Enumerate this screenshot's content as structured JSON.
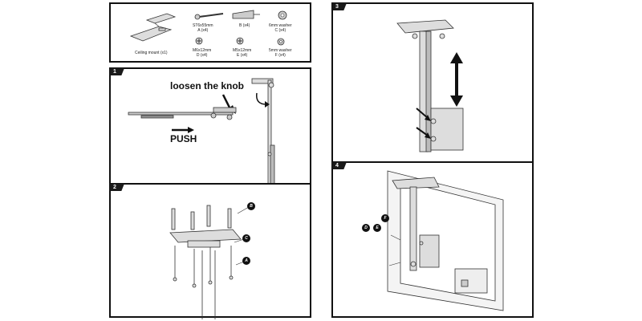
{
  "parts": {
    "ceiling_mount": "Ceiling mount (x1)",
    "a": "ST6x55mm\nA (x4)",
    "b": "B (x4)",
    "c": "6mm washer\nC (x4)",
    "d": "M6x12mm\nD (x4)",
    "e": "M5x12mm\nE (x4)",
    "f": "5mm washer\nF (x4)"
  },
  "steps": {
    "s1": "1",
    "s2": "2",
    "s3": "3",
    "s4": "4"
  },
  "step1": {
    "loosen": "loosen the knob",
    "push": "PUSH"
  },
  "callouts": {
    "a": "A",
    "b": "B",
    "c": "C",
    "d": "D",
    "e": "E",
    "f": "F"
  }
}
